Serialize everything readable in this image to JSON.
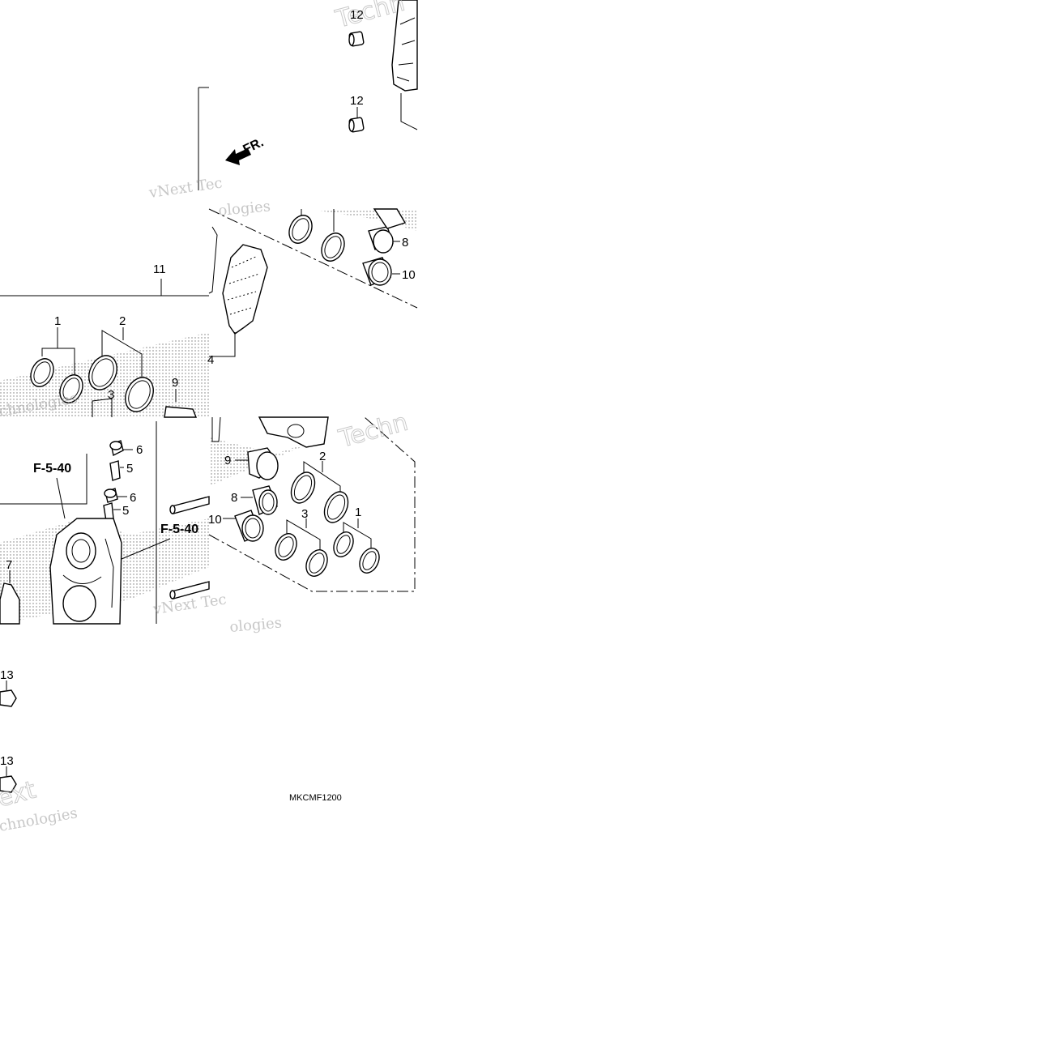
{
  "diagram": {
    "code": "MKCMF1200",
    "front_marker": "FR.",
    "ref_labels": {
      "ref_a": "F-5-40",
      "ref_b": "F-5-40"
    },
    "callouts": {
      "c1a": "1",
      "c2a": "2",
      "c3a": "3",
      "c9a": "9",
      "c11": "11",
      "c4": "4",
      "c8a": "8",
      "c10a": "10",
      "c12a": "12",
      "c12b": "12",
      "c6a": "6",
      "c5a": "5",
      "c6b": "6",
      "c5b": "5",
      "c7": "7",
      "c9b": "9",
      "c8b": "8",
      "c10b": "10",
      "c2b": "2",
      "c3b": "3",
      "c1b": "1",
      "c13a": "13",
      "c13b": "13"
    },
    "watermarks": {
      "w1": "vNext Tec",
      "w2": "ologies",
      "w3": "chnologies",
      "w4": "Techn",
      "w5": "Techn",
      "w6": "vNext Tec",
      "w7": "ologies",
      "w8": "chnologies",
      "w9": "ext"
    }
  }
}
